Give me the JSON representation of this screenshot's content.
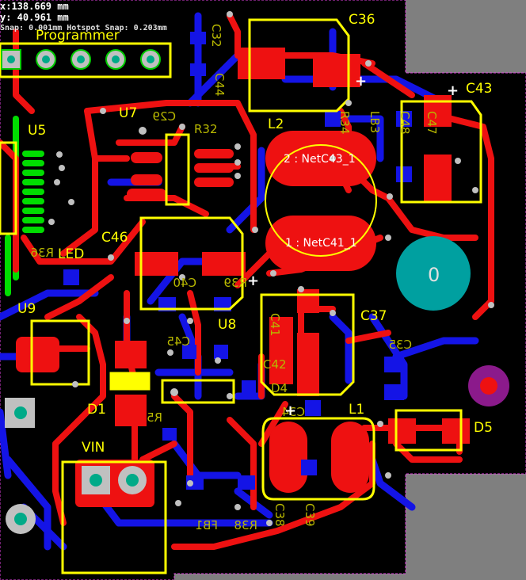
{
  "readout": {
    "x": "x:138.669 mm",
    "y": "y: 40.961  mm",
    "snap": "Snap: 0.001mm Hotspot Snap: 0.203mm"
  },
  "labels": {
    "programmer": "Programmer",
    "c36": "C36",
    "c43": "C43",
    "c32": "C32",
    "c44": "C44",
    "u5": "U5",
    "u7": "U7",
    "c29": "C29",
    "r32": "R32",
    "l2": "L2",
    "r34": "R34",
    "lb3": "LB3",
    "c48": "C48",
    "c47": "C47",
    "net2": "2 : NetC43_1",
    "net1": "1 : NetC41_1",
    "hole_number": "0",
    "c46": "C46",
    "led": "LED",
    "r36": "R36",
    "c40": "C40",
    "r39": "R39",
    "c37": "C37",
    "u9": "U9",
    "u8": "U8",
    "c45": "C45",
    "c41": "C41",
    "c42": "C42",
    "d4": "D4",
    "c35": "C35",
    "d1": "D1",
    "l1": "L1",
    "d5": "D5",
    "r5": "R5",
    "c34": "C34",
    "vin": "VIN",
    "c38": "C38",
    "c39": "C39",
    "r38": "R38",
    "fb1": "FB1"
  },
  "colors": {
    "board": "#000000",
    "background": "#7f7f7f",
    "top_copper": "#ee1111",
    "bottom_copper": "#1414e6",
    "silkscreen": "#ffff00",
    "pad": "#c0c0c0",
    "inner_signal": "#00dd00",
    "overlay_text": "#ffffff"
  }
}
